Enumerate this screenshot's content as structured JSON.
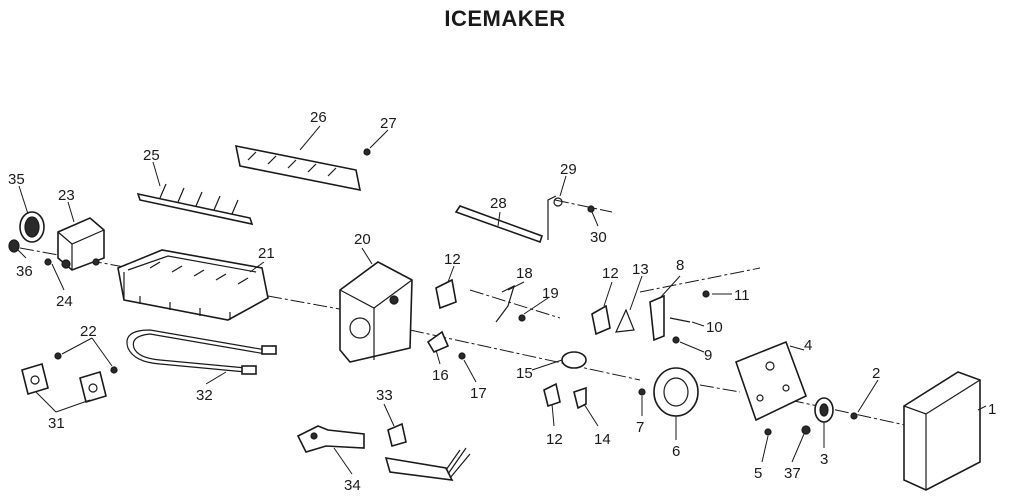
{
  "title": "ICEMAKER",
  "parts": [
    "1",
    "2",
    "3",
    "4",
    "5",
    "6",
    "7",
    "8",
    "9",
    "10",
    "11",
    "12",
    "12",
    "12",
    "13",
    "14",
    "15",
    "16",
    "17",
    "18",
    "19",
    "20",
    "21",
    "22",
    "23",
    "24",
    "25",
    "26",
    "27",
    "28",
    "29",
    "30",
    "31",
    "32",
    "33",
    "34",
    "35",
    "36",
    "37"
  ],
  "colors": {
    "ink": "#1a1a1a",
    "paper": "#ffffff"
  }
}
